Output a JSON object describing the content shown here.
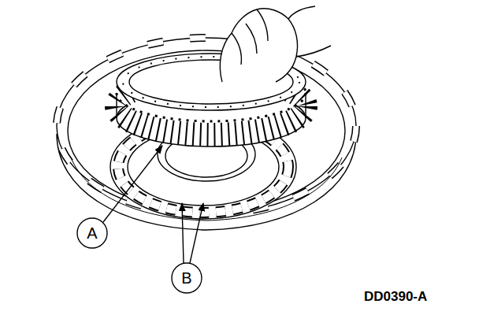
{
  "diagram": {
    "nodes": [
      {
        "text": [
          "A"
        ]
      },
      {
        "text": [
          "B"
        ]
      }
    ],
    "labels": [
      "DD0390-A"
    ]
  }
}
